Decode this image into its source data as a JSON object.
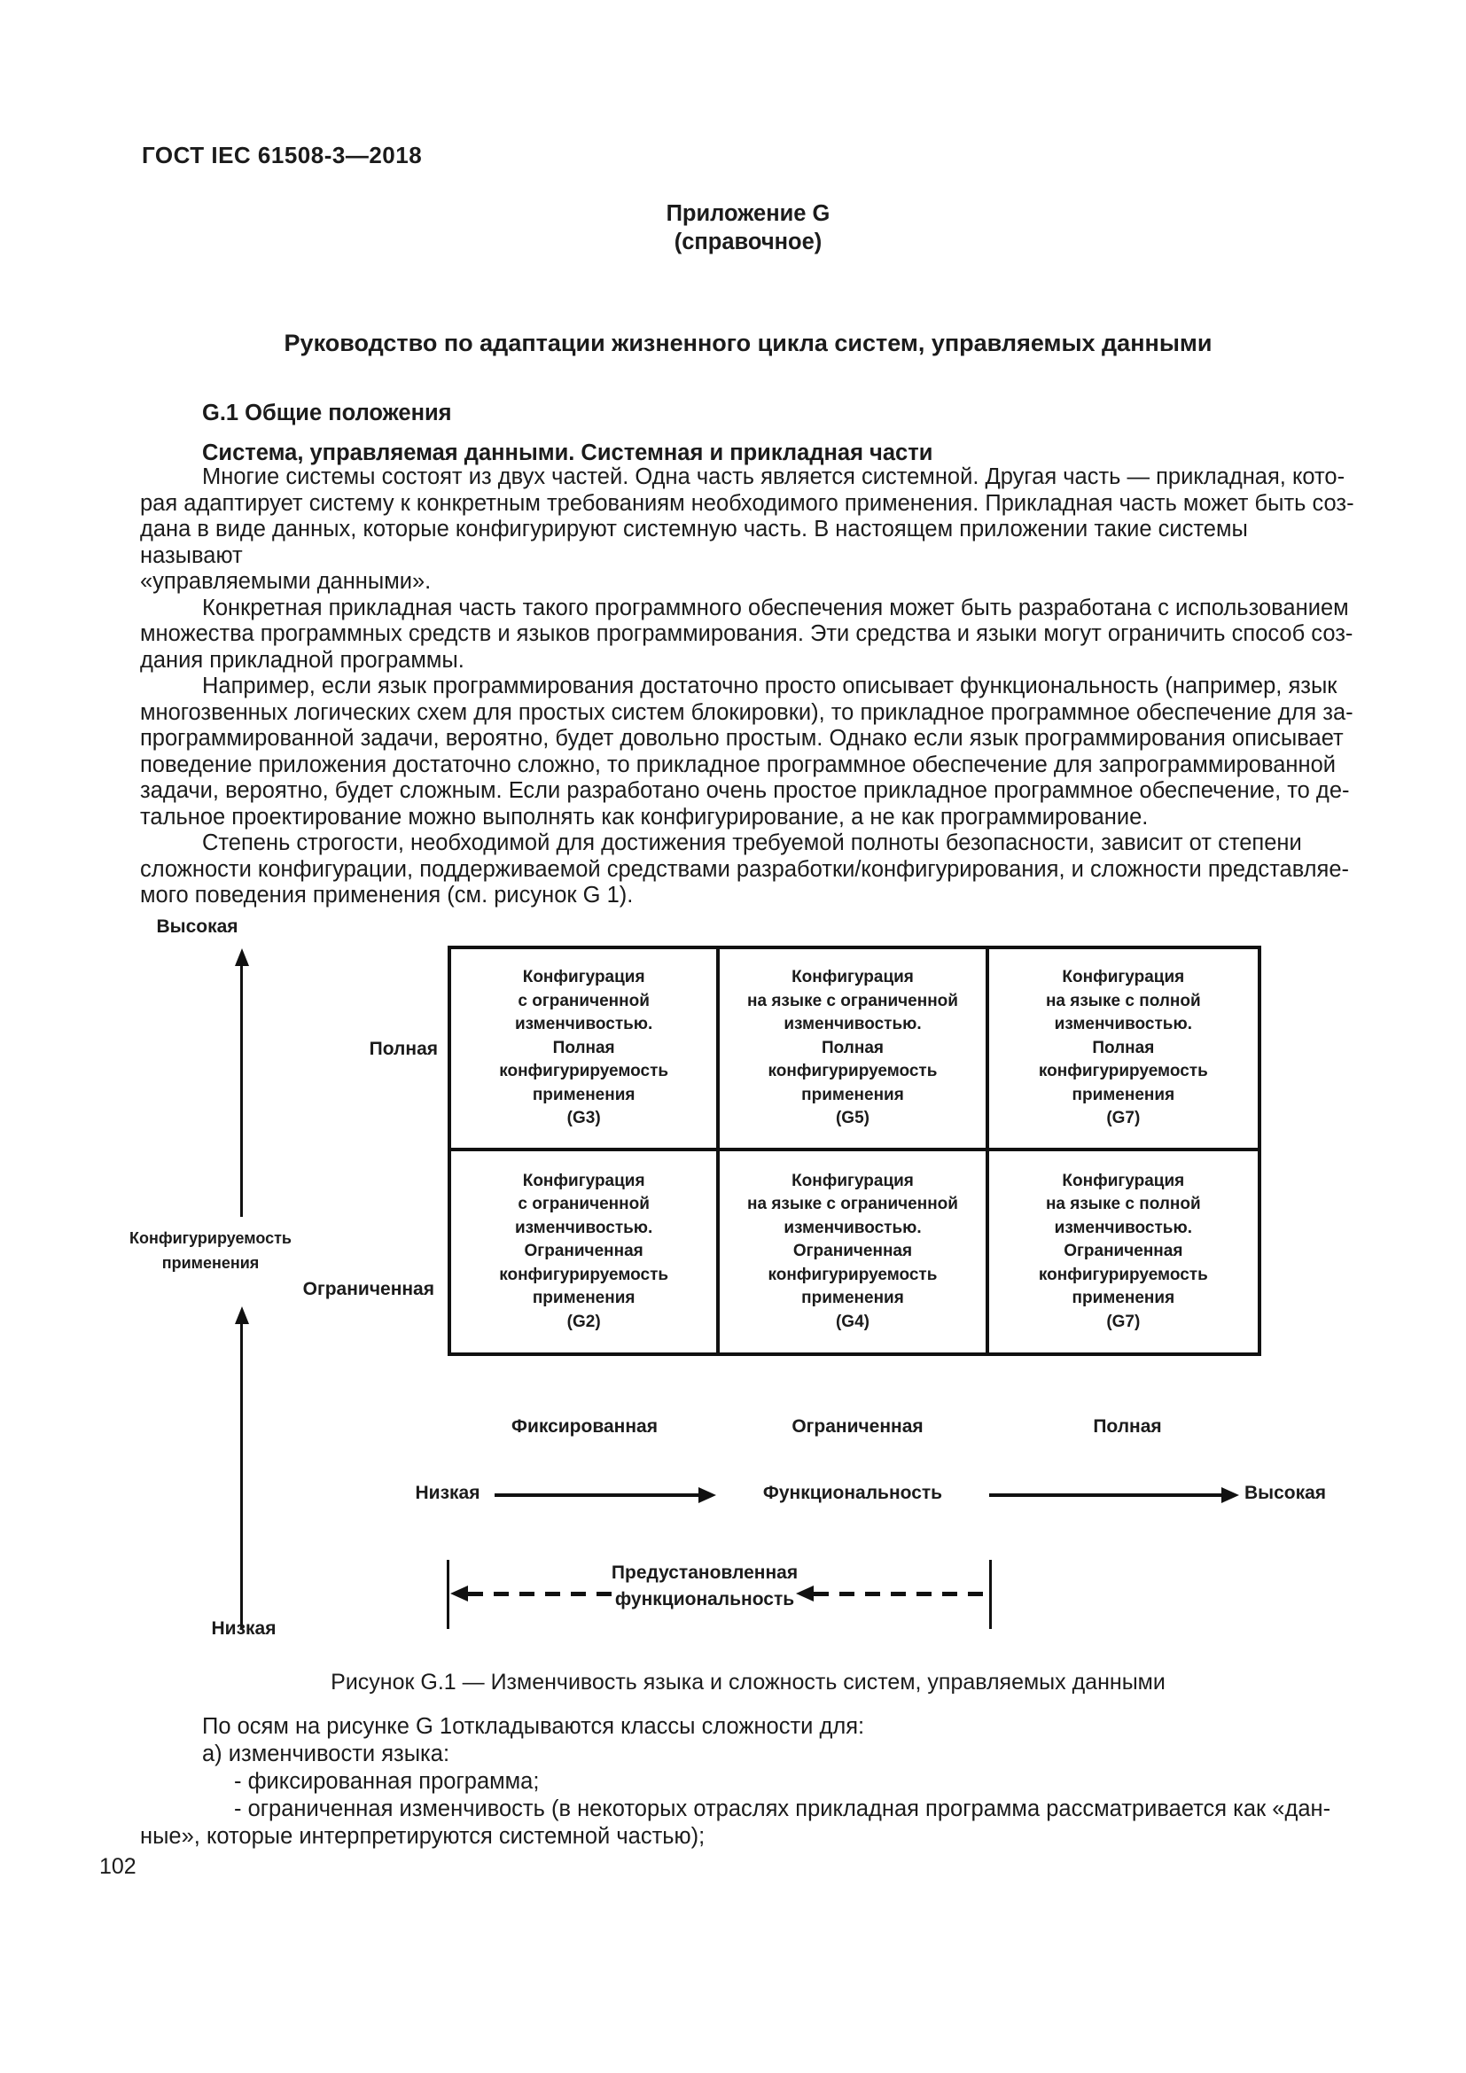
{
  "page": {
    "header": "ГОСТ IEC 61508-3—2018",
    "page_number": "102"
  },
  "annex": {
    "title_lines": "Приложение G\n(справочное)"
  },
  "doc_title": "Руководство по адаптации жизненного цикла систем, управляемых данными",
  "section": {
    "heading": "G.1 Общие положения",
    "subheading": "Система, управляемая данными. Системная и прикладная части",
    "paragraphs": [
      "Многие системы состоят из двух частей. Одна часть является системной. Другая часть — прикладная, кото-\nрая адаптирует систему к конкретным требованиям необходимого применения. Прикладная часть может быть соз-\nдана в виде данных, которые конфигурируют системную часть. В настоящем приложении такие системы называют\n«управляемыми данными».",
      "Конкретная прикладная часть такого программного обеспечения может быть разработана с использованием\nмножества программных средств и языков программирования. Эти средства и языки могут ограничить способ соз-\nдания прикладной программы.",
      "Например, если язык программирования достаточно просто описывает функциональность (например, язык\nмногозвенных логических схем для простых систем блокировки), то прикладное программное обеспечение для за-\nпрограммированной задачи, вероятно, будет довольно простым. Однако если язык программирования описывает\nповедение приложения достаточно сложно, то прикладное программное обеспечение для запрограммированной\nзадачи, вероятно, будет сложным. Если разработано очень простое прикладное программное обеспечение, то де-\nтальное проектирование можно выполнять как конфигурирование, а не как программирование.",
      "Степень строгости, необходимой для достижения требуемой полноты безопасности, зависит от степени\nсложности конфигурации, поддерживаемой средствами разработки/конфигурирования, и сложности представляе-\nмого поведения применения (см. рисунок G 1)."
    ]
  },
  "figure": {
    "cells": [
      "Конфигурация\nс ограниченной\nизменчивостью.\nПолная\nконфигурируемость\nприменения\n(G3)",
      "Конфигурация\nна языке с ограниченной\nизменчивостью.\nПолная\nконфигурируемость\nприменения\n(G5)",
      "Конфигурация\nна языке с полной\nизменчивостью.\nПолная\nконфигурируемость\nприменения\n(G7)",
      "Конфигурация\nс ограниченной\nизменчивостью.\nОграниченная\nконфигурируемость\nприменения\n(G2)",
      "Конфигурация\nна языке с ограниченной\nизменчивостью.\nОграниченная\nконфигурируемость\nприменения\n(G4)",
      "Конфигурация\nна языке с полной\nизменчивостью.\nОграниченная\nконфигурируемость\nприменения\n(G7)"
    ],
    "y_axis": {
      "top_label": "Высокая",
      "bottom_label": "Низкая",
      "title": "Конфигурируемость\nприменения",
      "row_top_label": "Полная",
      "row_bottom_label": "Ограниченная"
    },
    "x_axis": {
      "col_labels": [
        "Фиксированная",
        "Ограниченная",
        "Полная"
      ],
      "low_label": "Низкая",
      "title": "Функциональность",
      "high_label": "Высокая"
    },
    "preset_label": "Предустановленная\nфункциональность",
    "caption": "Рисунок G.1 — Изменчивость языка и сложность систем, управляемых данными"
  },
  "after_figure": {
    "intro": "По осям на рисунке G 1откладываются классы сложности для:",
    "item_a": "а) изменчивости языка:",
    "items": [
      "- фиксированная программа;",
      "- ограниченная изменчивость (в некоторых отраслях прикладная программа рассматривается как «дан-\nные», которые интерпретируются системной частью);"
    ]
  },
  "colors": {
    "ink": "#1b1b1b",
    "line": "#111111",
    "paper": "#ffffff"
  }
}
